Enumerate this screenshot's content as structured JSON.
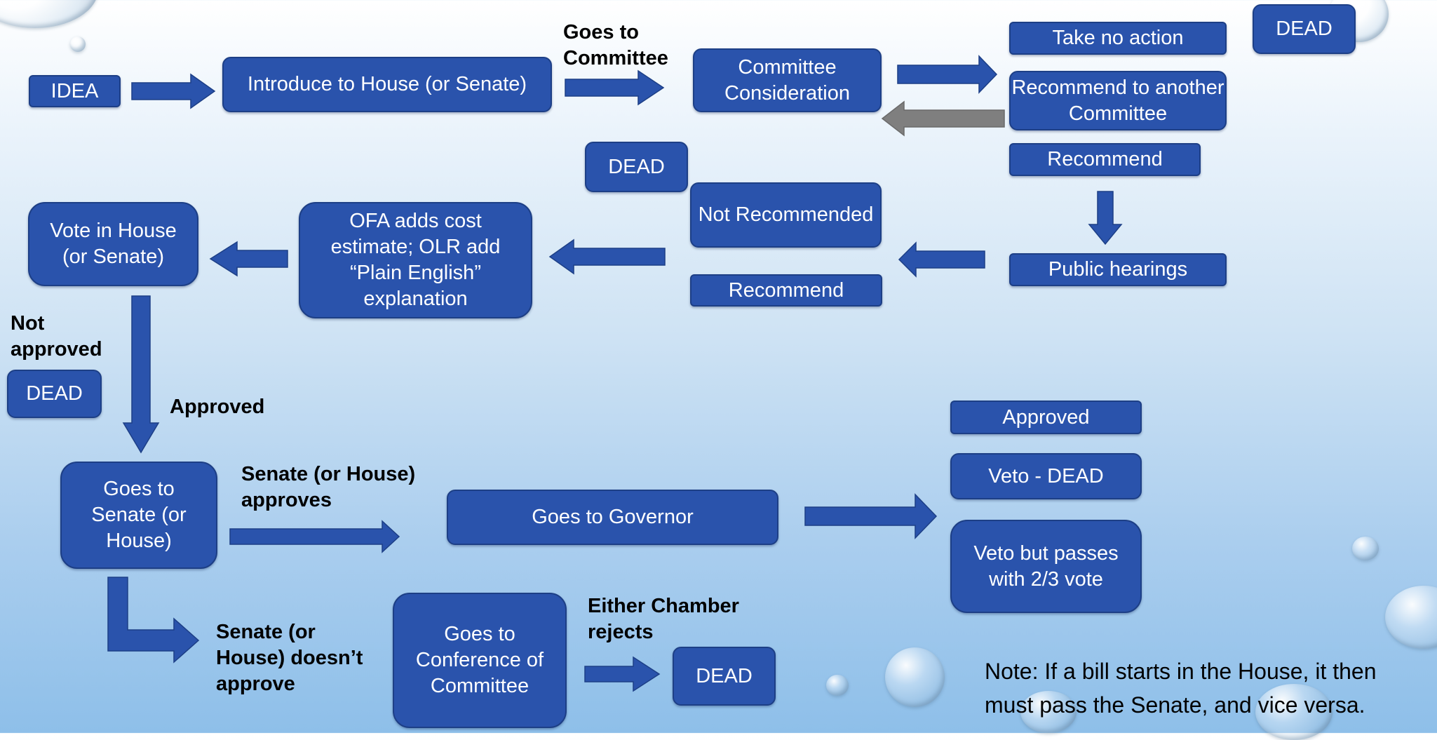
{
  "colors": {
    "box_fill": "#2a53ac",
    "box_border": "#1d3f86",
    "arrow": "#2a53ac",
    "return_arrow": "#7f7f7f"
  },
  "boxes": {
    "idea": "IDEA",
    "introduce": "Introduce to House (or Senate)",
    "committee": "Committee Consideration",
    "take_no_action": "Take no action",
    "dead_top": "DEAD",
    "recommend_another": "Recommend to another Committee",
    "recommend_top": "Recommend",
    "dead_mid": "DEAD",
    "not_recommended": "Not Recommended",
    "public_hearings": "Public hearings",
    "recommend_mid": "Recommend",
    "ofa": "OFA adds cost estimate; OLR add “Plain English” explanation",
    "vote": "Vote in House (or Senate)",
    "dead_left": "DEAD",
    "goes_senate": "Goes to Senate (or House)",
    "governor": "Goes to Governor",
    "approved_box": "Approved",
    "veto_dead": "Veto - DEAD",
    "veto_passes": "Veto but passes with 2/3 vote",
    "conference": "Goes to Conference of Committee",
    "dead_bottom": "DEAD"
  },
  "labels": {
    "goes_to_committee": "Goes to Committee",
    "not_approved": "Not approved",
    "approved": "Approved",
    "senate_approves": "Senate (or House) approves",
    "senate_doesnt": "Senate (or House) doesn’t approve",
    "either_rejects": "Either Chamber rejects"
  },
  "note": "Note: If a bill starts in the House, it then must pass the Senate, and vice versa."
}
